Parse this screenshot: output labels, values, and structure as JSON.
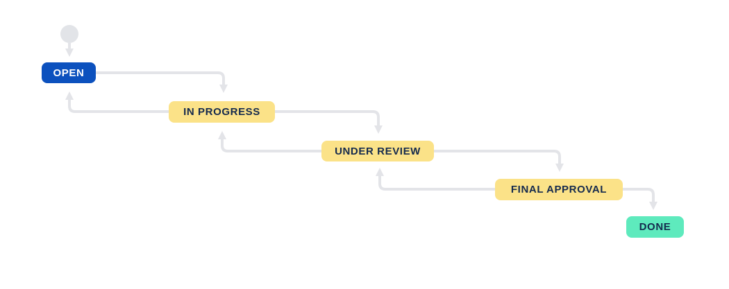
{
  "colors": {
    "background": "#FFFFFF",
    "connector": "#E3E4E8",
    "start_node": "#E2E4E8",
    "open_bg": "#0C51BE",
    "open_fg": "#FFFFFF",
    "state_bg": "#FBE288",
    "state_fg": "#14294D",
    "done_bg": "#5EEABD",
    "done_fg": "#14294D"
  },
  "workflow": {
    "nodes": [
      {
        "id": "open",
        "label": "OPEN",
        "bg": "#0C51BE",
        "fg": "#FFFFFF"
      },
      {
        "id": "in-progress",
        "label": "IN PROGRESS",
        "bg": "#FBE288",
        "fg": "#14294D"
      },
      {
        "id": "under-review",
        "label": "UNDER REVIEW",
        "bg": "#FBE288",
        "fg": "#14294D"
      },
      {
        "id": "final-approval",
        "label": "FINAL APPROVAL",
        "bg": "#FBE288",
        "fg": "#14294D"
      },
      {
        "id": "done",
        "label": "DONE",
        "bg": "#5EEABD",
        "fg": "#14294D"
      }
    ],
    "transitions": [
      {
        "from": "start",
        "to": "open"
      },
      {
        "from": "open",
        "to": "in-progress"
      },
      {
        "from": "in-progress",
        "to": "open"
      },
      {
        "from": "in-progress",
        "to": "under-review"
      },
      {
        "from": "under-review",
        "to": "in-progress"
      },
      {
        "from": "under-review",
        "to": "final-approval"
      },
      {
        "from": "final-approval",
        "to": "under-review"
      },
      {
        "from": "final-approval",
        "to": "done"
      }
    ]
  }
}
